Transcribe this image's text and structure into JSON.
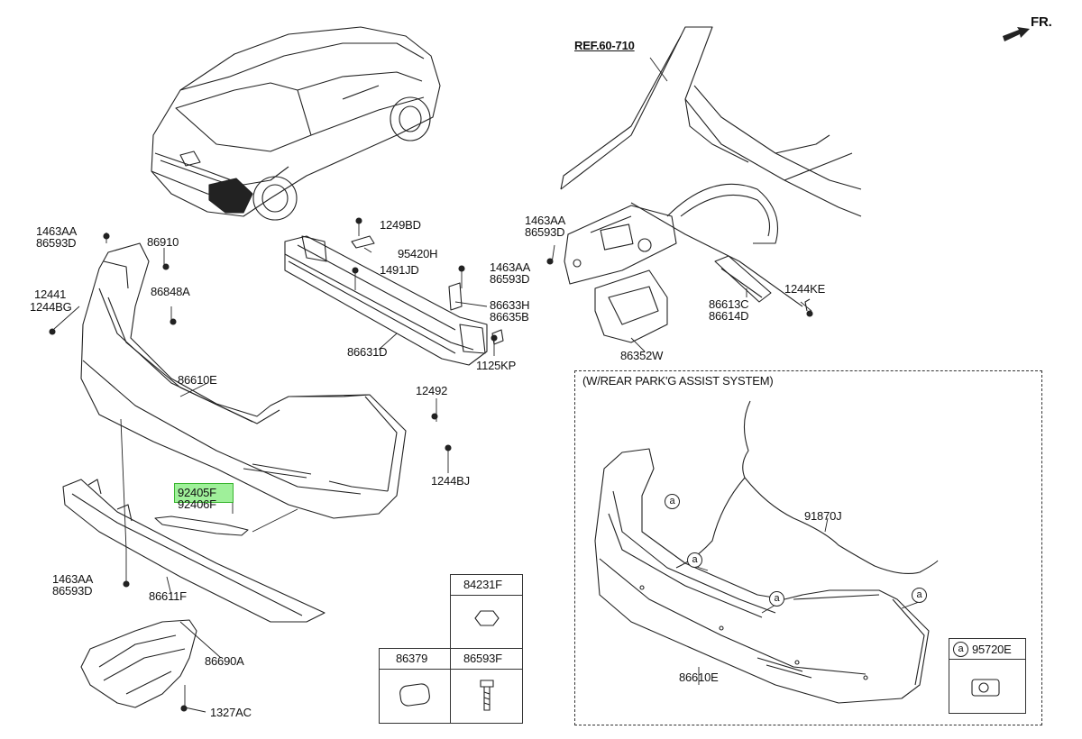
{
  "header": {
    "fr_label": "FR.",
    "ref_label": "REF.60-710"
  },
  "parts": {
    "p1463AA_a": "1463AA",
    "p86593D_a": "86593D",
    "p86910": "86910",
    "p12441": "12441",
    "p1244BG": "1244BG",
    "p86848A": "86848A",
    "p86610E": "86610E",
    "p1249BD": "1249BD",
    "p95420H": "95420H",
    "p1491JD": "1491JD",
    "p1463AA_b": "1463AA",
    "p86633H": "86633H",
    "p86635B": "86635B",
    "p86631D": "86631D",
    "p1125KP": "1125KP",
    "p12492": "12492",
    "p1244BJ": "1244BJ",
    "p92405F": "92405F",
    "p92406F": "92406F",
    "p1463AA_c": "1463AA",
    "p86593D_c": "86593D",
    "p86611F": "86611F",
    "p86690A": "86690A",
    "p1327AC": "1327AC",
    "p1463AA_d": "1463AA",
    "p86593D_d": "86593D",
    "p86613C": "86613C",
    "p86614D": "86614D",
    "p1244KE": "1244KE",
    "p86352W": "86352W",
    "p91870J": "91870J",
    "p86610E_b": "86610E"
  },
  "inset": {
    "title": "(W/REAR PARK'G ASSIST SYSTEM)",
    "marker": "a",
    "sensor_part": "95720E"
  },
  "legend_boxes": {
    "b84231F": "84231F",
    "b86379": "86379",
    "b86593F": "86593F"
  }
}
